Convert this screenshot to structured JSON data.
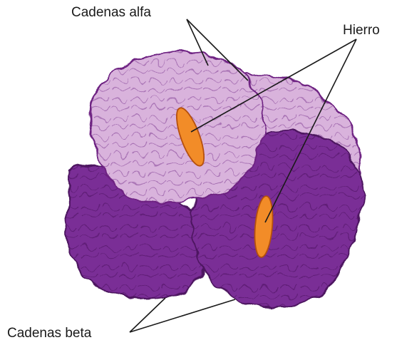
{
  "labels": {
    "alpha_chains": "Cadenas alfa",
    "iron": "Hierro",
    "beta_chains": "Cadenas beta"
  },
  "colors": {
    "alpha_fill": "#d9b3dc",
    "alpha_outline": "#6e2382",
    "beta_fill": "#7a2d96",
    "beta_outline": "#4d1560",
    "iron_fill": "#f28c28",
    "iron_outline": "#b5500e",
    "leader_line": "#1a1a1a"
  }
}
